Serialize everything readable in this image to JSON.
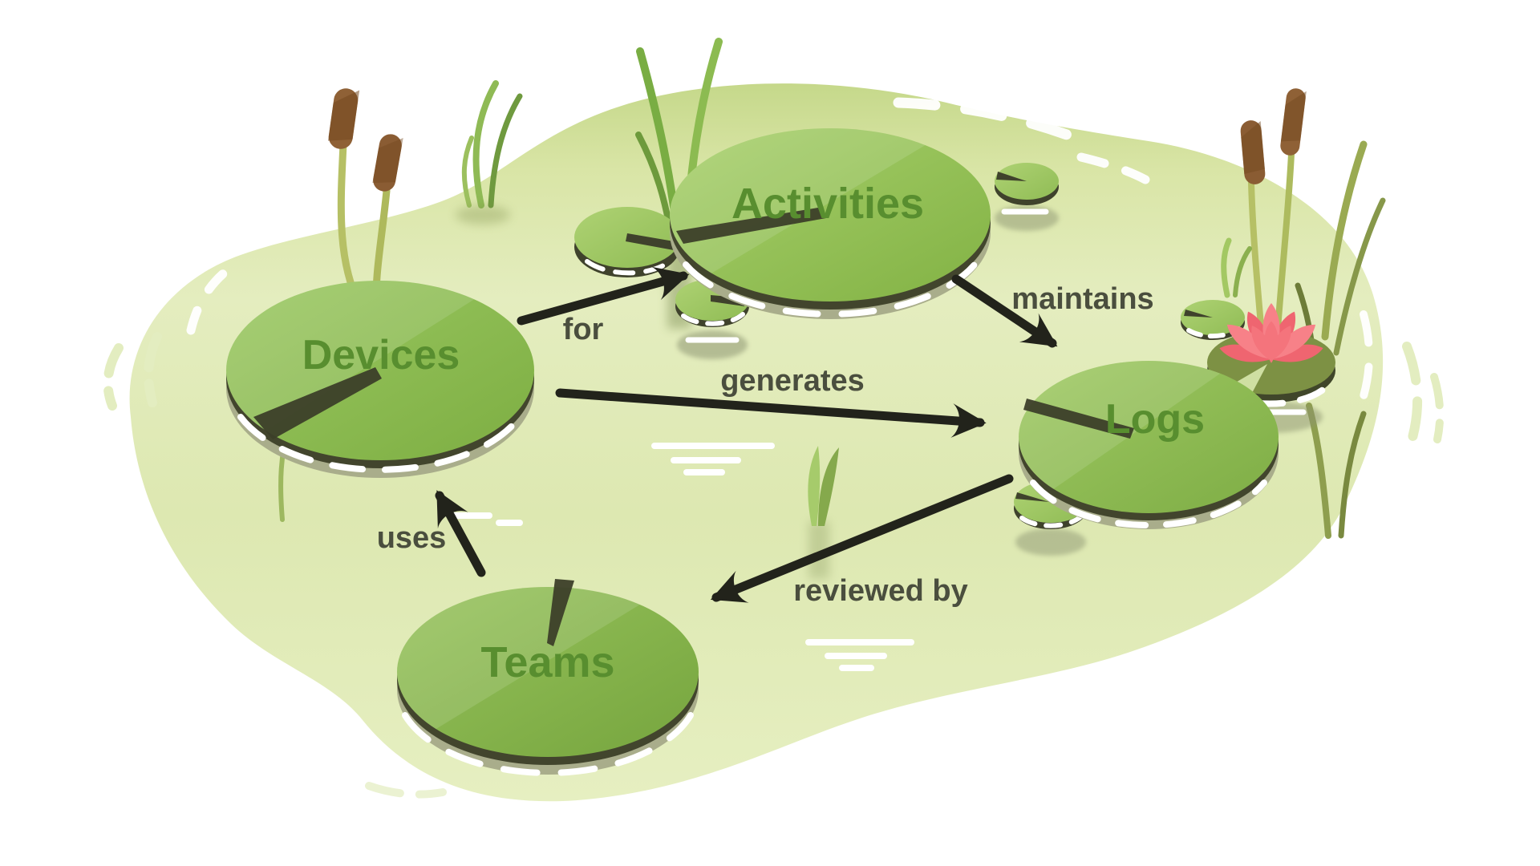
{
  "diagram": {
    "nodes": [
      {
        "id": "activities",
        "label": "Activities"
      },
      {
        "id": "devices",
        "label": "Devices"
      },
      {
        "id": "logs",
        "label": "Logs"
      },
      {
        "id": "teams",
        "label": "Teams"
      }
    ],
    "edges": [
      {
        "from": "devices",
        "to": "activities",
        "label": "for"
      },
      {
        "from": "activities",
        "to": "logs",
        "label": "maintains"
      },
      {
        "from": "devices",
        "to": "logs",
        "label": "generates"
      },
      {
        "from": "teams",
        "to": "devices",
        "label": "uses"
      },
      {
        "from": "logs",
        "to": "teams",
        "label": "reviewed by"
      }
    ],
    "colors": {
      "pond": "#dfe9b2",
      "pad_green_light": "#9fc963",
      "pad_green_dark": "#7dae42",
      "node_label": "#588e2f",
      "edge_label": "#4a4e3e",
      "arrow": "#22231b",
      "flower_pink": "#f4747c",
      "cattail_brown": "#8a5c33",
      "ripple_white": "#ffffff"
    }
  }
}
